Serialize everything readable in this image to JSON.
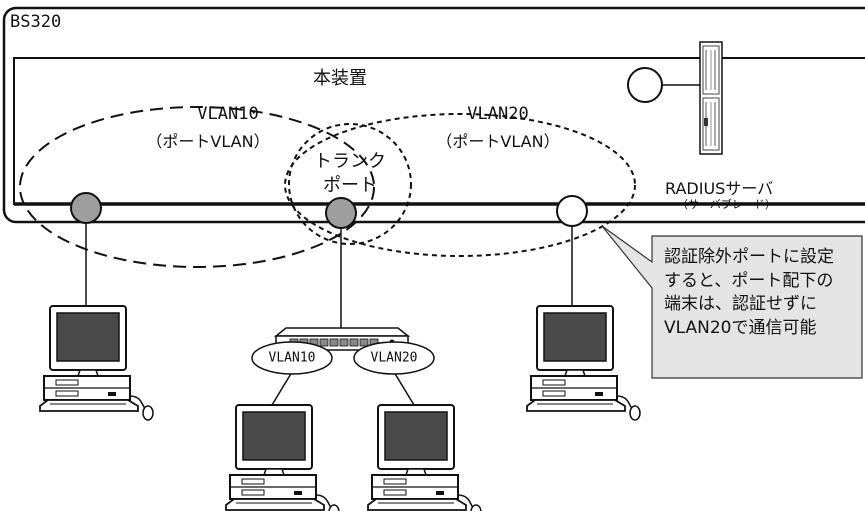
{
  "switch_name": "BS320",
  "device_label": "本装置",
  "vlan10": {
    "name": "VLAN10",
    "type": "（ポートVLAN）"
  },
  "vlan20": {
    "name": "VLAN20",
    "type": "（ポートVLAN）"
  },
  "trunk": {
    "line1": "トランク",
    "line2": "ポート"
  },
  "radius": {
    "title": "RADIUSサーバ",
    "subtitle": "（サーバブレード）"
  },
  "callout": {
    "lines": [
      "認証除外ポートに設定",
      "すると、ポート配下の",
      "端末は、認証せずに",
      "VLAN20で通信可能"
    ]
  },
  "hub_tags": [
    "VLAN10",
    "VLAN20"
  ],
  "colors": {
    "vlan_port": "#9e9e9e",
    "exempt_port": "#ffffff",
    "callout_bg": "#e4e4e4",
    "outline": "#111111"
  }
}
